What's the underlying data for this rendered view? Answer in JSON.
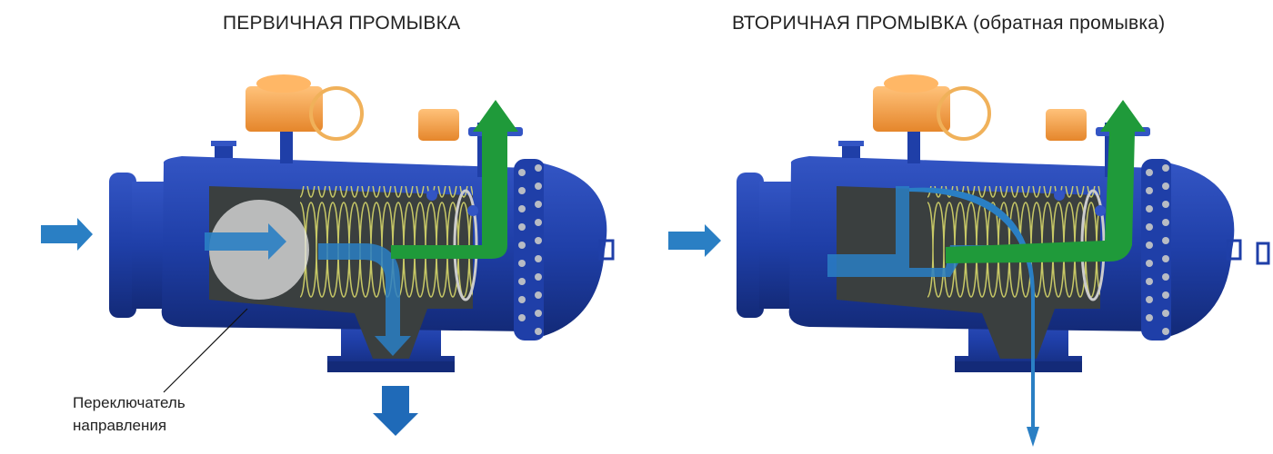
{
  "panels": [
    {
      "title": "ПЕРВИЧНАЯ ПРОМЫВКА"
    },
    {
      "title": "ВТОРИЧНАЯ ПРОМЫВКА (обратная промывка)"
    }
  ],
  "callout": {
    "line1": "Переключатель",
    "line2": "направления"
  },
  "colors": {
    "body": "#1f3fa8",
    "body_dark": "#132a78",
    "interior": "#3a3f3f",
    "screen": "#d8d86a",
    "flow_blue": "#2a7fc4",
    "flush_green": "#1f9a3a",
    "actuator": "#f4a24a",
    "bolt": "#b8bcc4"
  }
}
